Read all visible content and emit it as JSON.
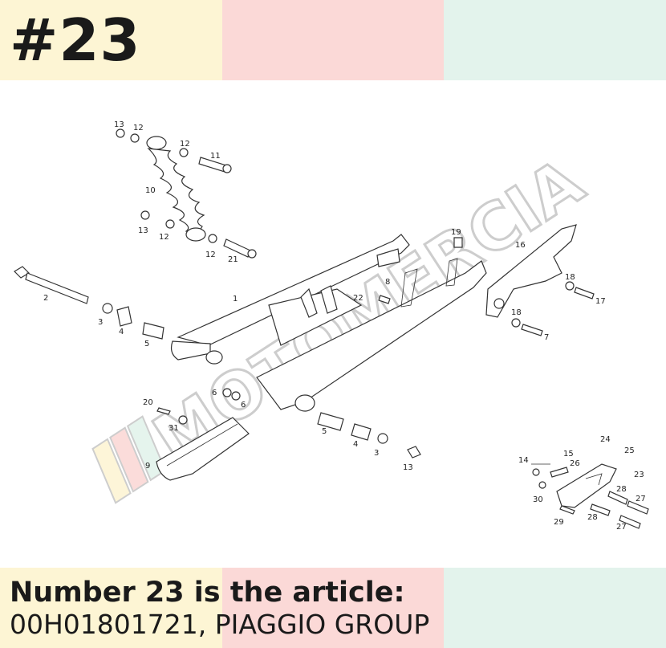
{
  "header": {
    "part_number": "#23"
  },
  "footer": {
    "line1": "Number 23 is the article:",
    "line2": "00H01801721, PIAGGIO GROUP"
  },
  "watermark": {
    "text": "MOTOMERCIA"
  },
  "callouts": {
    "c1": "1",
    "c2": "2",
    "c3a": "3",
    "c3b": "3",
    "c4a": "4",
    "c4b": "4",
    "c5a": "5",
    "c5b": "5",
    "c6a": "6",
    "c6b": "6",
    "c7": "7",
    "c8": "8",
    "c9": "9",
    "c10": "10",
    "c11": "11",
    "c12a": "12",
    "c12b": "12",
    "c12c": "12",
    "c12d": "12",
    "c13a": "13",
    "c13b": "13",
    "c13c": "13",
    "c14": "14",
    "c15": "15",
    "c16": "16",
    "c17": "17",
    "c18a": "18",
    "c18b": "18",
    "c19": "19",
    "c20": "20",
    "c21": "21",
    "c22": "22",
    "c23": "23",
    "c24": "24",
    "c25": "25",
    "c26": "26",
    "c27a": "27",
    "c27b": "27",
    "c28a": "28",
    "c28b": "28",
    "c29": "29",
    "c30": "30",
    "c31": "31"
  },
  "colors": {
    "band_yellow": "#fdf5d4",
    "band_pink": "#fbd9d7",
    "band_mint": "#e3f3ec",
    "text": "#1a1a1a"
  }
}
